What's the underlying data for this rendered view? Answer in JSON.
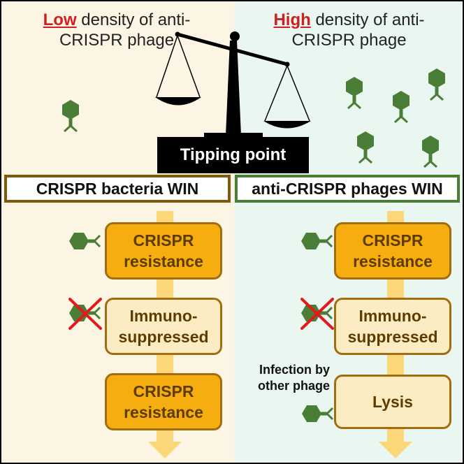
{
  "left": {
    "header_keyword": "Low",
    "header_rest_line1": " density of anti-",
    "header_line2": "CRISPR phage",
    "win_label": "CRISPR bacteria WIN",
    "steps": [
      {
        "line1": "CRISPR",
        "line2": "resistance"
      },
      {
        "line1": "Immuno-",
        "line2": "suppressed"
      },
      {
        "line1": "CRISPR",
        "line2": "resistance"
      }
    ]
  },
  "right": {
    "header_keyword": "High",
    "header_rest_line1": " density of anti-",
    "header_line2": "CRISPR phage",
    "win_label": "anti-CRISPR phages WIN",
    "steps": [
      {
        "line1": "CRISPR",
        "line2": "resistance"
      },
      {
        "line1": "Immuno-",
        "line2": "suppressed"
      },
      {
        "line1": "Lysis"
      }
    ],
    "side_label_line1": "Infection by",
    "side_label_line2": "other phage"
  },
  "tipping_point": "Tipping point",
  "colors": {
    "highlight_red": "#d11f1f",
    "phage_green": "#4a7d36",
    "box_dark": "#f5ad0f",
    "box_light": "#fcecc3",
    "left_border": "#7d5a10",
    "right_border": "#4a7d36",
    "arrow": "#fbd779"
  },
  "icons": [
    "balance-scale-icon",
    "phage-icon",
    "red-x-icon",
    "down-arrow-icon"
  ]
}
